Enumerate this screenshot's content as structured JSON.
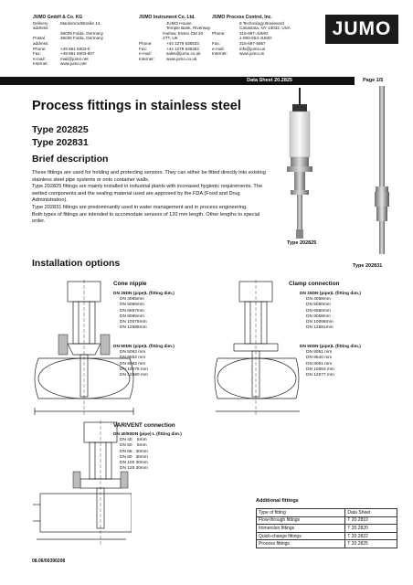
{
  "companies": [
    {
      "name": "JUMO GmbH & Co. KG",
      "lines": [
        [
          "Delivery address:",
          "Mackenrodtstraße 14,"
        ],
        [
          "",
          "36039 Fulda, Germany"
        ],
        [
          "Postal address:",
          "36035 Fulda, Germany"
        ],
        [
          "Phone:",
          "+49 661 6003-0"
        ],
        [
          "Fax:",
          "+49 661 6003-607"
        ],
        [
          "e-mail:",
          "mail@jumo.net"
        ],
        [
          "Internet:",
          "www.jumo.net"
        ]
      ]
    },
    {
      "name": "JUMO Instrument Co. Ltd.",
      "lines": [
        [
          "",
          "JUMO House"
        ],
        [
          "",
          "Temple Bank, Riverway"
        ],
        [
          "",
          "Harlow, Essex CM 20 2TT, UK"
        ],
        [
          "Phone:",
          "+44 1279 635533"
        ],
        [
          "Fax:",
          "+44 1279 635262"
        ],
        [
          "e-mail:",
          "sales@jumo.co.uk"
        ],
        [
          "Internet:",
          "www.jumo.co.uk"
        ]
      ]
    },
    {
      "name": "JUMO Process Control, Inc.",
      "lines": [
        [
          "",
          "8 Technology Boulevard"
        ],
        [
          "",
          "Canastota, NY 13032, USA"
        ],
        [
          "Phone:",
          "315-697-JUMO"
        ],
        [
          "",
          "1-800-554-JUMO"
        ],
        [
          "Fax:",
          "315-697-5867"
        ],
        [
          "e-mail:",
          "info@jumo.us"
        ],
        [
          "Internet:",
          "www.jumo.us"
        ]
      ]
    }
  ],
  "logo": "JUMO",
  "header_bar": {
    "data_sheet": "Data Sheet 20.2825",
    "page": "Page 1/5"
  },
  "title": "Process fittings in stainless steel",
  "types": [
    "Type 202825",
    "Type 202831"
  ],
  "brief": {
    "heading": "Brief description",
    "paragraphs": [
      "These fittings are used for holding and protecting sensors. They can either be fitted directly into existing stainless steel pipe systems or onto container walls.",
      "Type 202825 fittings are mainly installed in industrial plants with increased hygienic requirements. The wetted components and the sealing material used are approved by the FDA (Food and Drug Administration).",
      "Type 202831 fittings are predominantly used in water management and in process engineering.",
      "Both types of fittings are intended to accomodate sensors of 120 mm length. Other lengths to special order."
    ]
  },
  "photo_captions": {
    "left": "Type 202825",
    "right": "Type 202831"
  },
  "install": {
    "heading": "Installation options"
  },
  "cone_nipple": {
    "title": "Cone nipple",
    "groups": [
      {
        "header": "DN 25DN (pipe)L (fitting dim.)",
        "items": [
          "DN 4065mm",
          "DN 5065mm",
          "DN 6557mm",
          "DN 8065mm",
          "DN 10075mm",
          "DN 12588mm"
        ]
      },
      {
        "header": "DN 50DN (pipe)L (fitting dim.)",
        "items": [
          "DN 5063 mm",
          "DN 6552 mm",
          "DN 8063 mm",
          "DN 10075 mm",
          "DN 12590 mm"
        ]
      }
    ]
  },
  "clamp": {
    "title": "Clamp connection",
    "groups": [
      {
        "header": "DN 25DN (pipe)L (fitting dim.)",
        "items": [
          "DN 4058mm",
          "DN 5050mm",
          "DN 6550mm",
          "DN 8058mm",
          "DN 10068mm",
          "DN 12581mm"
        ]
      },
      {
        "header": "DN 50DN (pipe)L (fitting dim.)",
        "items": [
          "DN 5051 mm",
          "DN 6540 mm",
          "DN 8051 mm",
          "DN 10063 mm",
          "DN 12577 mm"
        ]
      }
    ]
  },
  "varivent": {
    "title": "VARIVENT connection",
    "header": "DN 40/50DN (pipe) L (fitting dim.)",
    "items": [
      "DN 40    5mm",
      "DN 50    5mm",
      "DN 65   30mm",
      "DN 80   30mm",
      "DN 100 30mm",
      "DN 125 30mm"
    ]
  },
  "additional": {
    "heading": "Additional fittings",
    "columns": [
      "Type of fitting",
      "Data Sheet"
    ],
    "rows": [
      [
        "Flow-through fittings",
        "T 20.2810"
      ],
      [
        "Immersion fittings",
        "T 20.2820"
      ],
      [
        "Quick-change fittings",
        "T 20.2822"
      ],
      [
        "Process fittings",
        "T 20.2825"
      ]
    ]
  },
  "footer": "08.06/00390208"
}
